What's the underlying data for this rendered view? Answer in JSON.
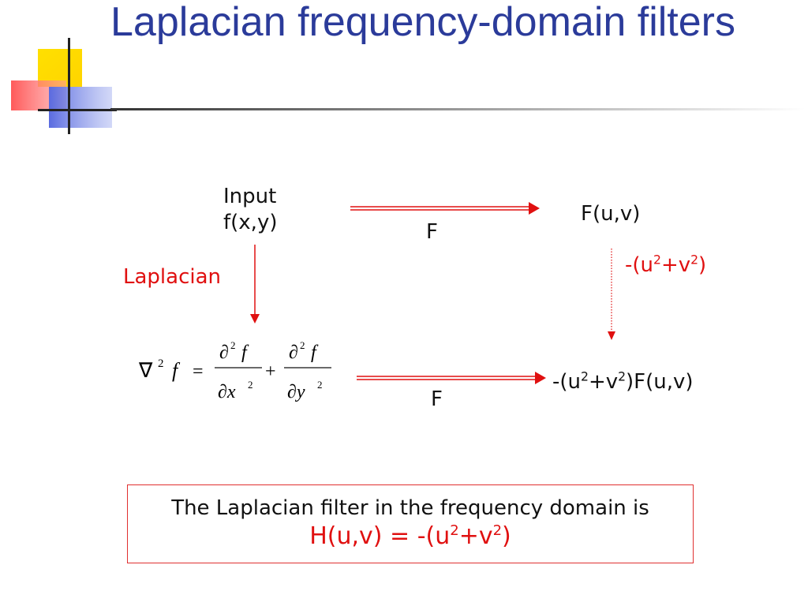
{
  "slide": {
    "title": "Laplacian frequency-domain filters"
  },
  "diagram": {
    "input_line1": "Input",
    "input_line2": "f(x,y)",
    "top_transform": "F",
    "top_result": "F(u,v)",
    "left_operator": "Laplacian",
    "right_operator": {
      "prefix": "-(u",
      "exp1": "2",
      "mid": "+v",
      "exp2": "2",
      "suffix": ")"
    },
    "formula": {
      "nabla": "∇",
      "exp": "2",
      "f": "f",
      "eq": "=",
      "num": "∂",
      "num_exp": "2",
      "den1": "∂x",
      "den2": "∂y",
      "den_exp": "2",
      "plus": "+"
    },
    "bottom_transform": "F",
    "bottom_result": {
      "prefix": "-(u",
      "exp1": "2",
      "mid": "+v",
      "exp2": "2",
      "suffix": ")F(u,v)"
    }
  },
  "summary": {
    "line1": "The Laplacian filter in the frequency domain is",
    "line2": {
      "prefix": "H(u,v) = -(u",
      "exp1": "2",
      "mid": "+v",
      "exp2": "2",
      "suffix": ")"
    }
  },
  "colors": {
    "title": "#2b3b9a",
    "accent": "#e01010"
  }
}
